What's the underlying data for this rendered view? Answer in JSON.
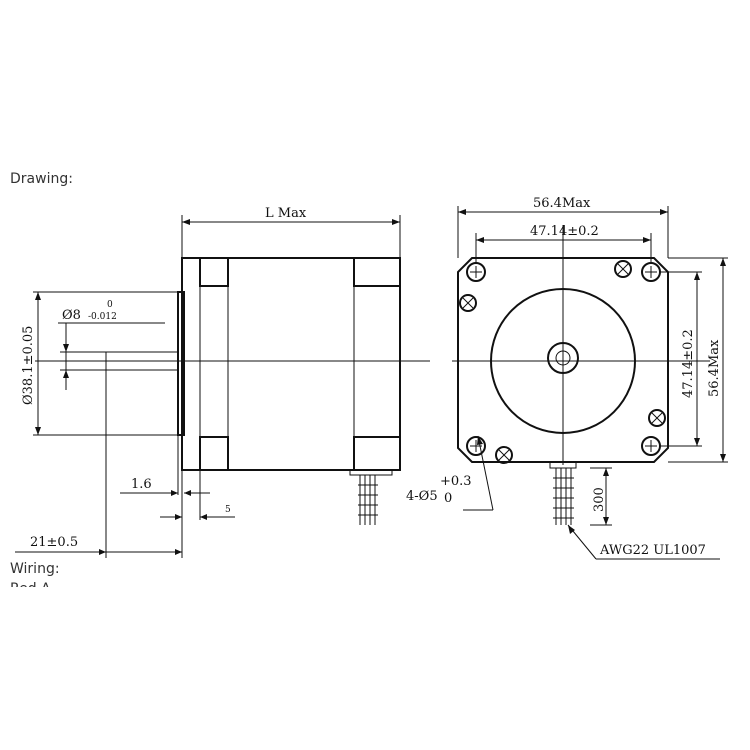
{
  "headings": {
    "drawing": "Drawing:",
    "wiring": "Wiring:",
    "wiring_partial": "Red    A"
  },
  "side_view": {
    "length": "L Max",
    "flange_diameter": "Ø38.1±0.05",
    "shaft_diameter": "Ø8",
    "shaft_tol_upper": "0",
    "shaft_tol_lower": "-0.012",
    "flange_thickness": "1.6",
    "flat": "5",
    "shaft_length": "21±0.5"
  },
  "front_view": {
    "overall_width": "56.4Max",
    "hole_spacing_h": "47.14±0.2",
    "hole_spacing_v": "47.14±0.2",
    "overall_height": "56.4Max",
    "mount_holes": "4-Ø5",
    "hole_tol_upper": "+0.3",
    "hole_tol_lower": "0",
    "lead_length": "300",
    "wire_spec": "AWG22 UL1007"
  }
}
